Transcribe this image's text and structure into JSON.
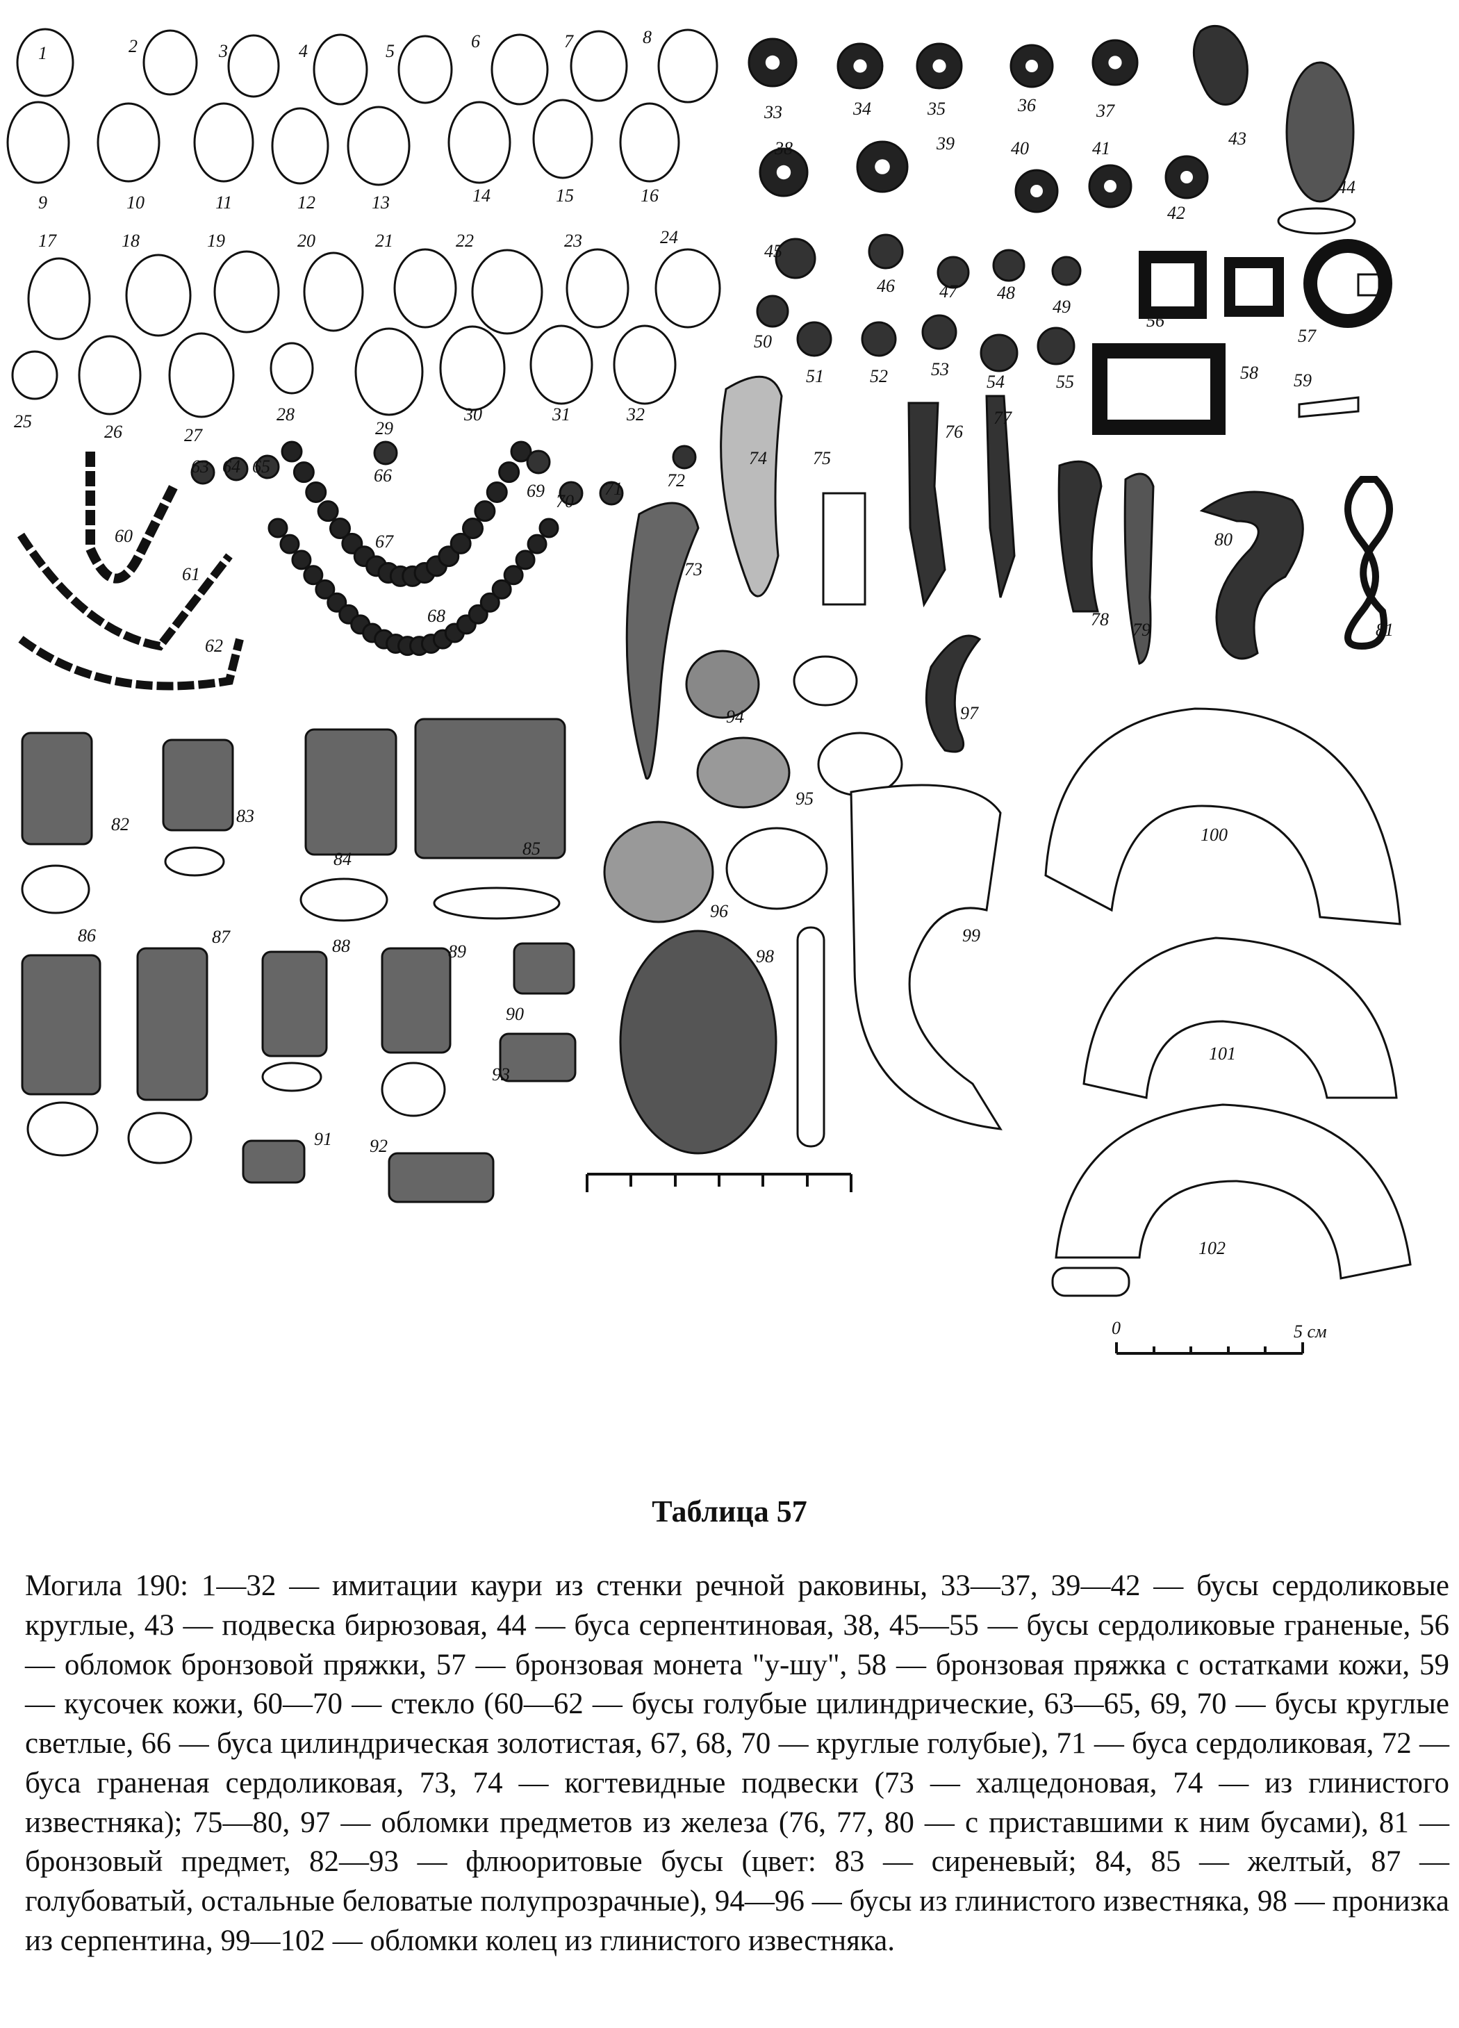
{
  "plate": {
    "labels": [
      "1",
      "2",
      "3",
      "4",
      "5",
      "6",
      "7",
      "8",
      "9",
      "10",
      "11",
      "12",
      "13",
      "14",
      "15",
      "16",
      "17",
      "18",
      "19",
      "20",
      "21",
      "22",
      "23",
      "24",
      "25",
      "26",
      "27",
      "28",
      "29",
      "30",
      "31",
      "32",
      "33",
      "34",
      "35",
      "36",
      "37",
      "38",
      "39",
      "40",
      "41",
      "42",
      "43",
      "44",
      "45",
      "46",
      "47",
      "48",
      "49",
      "50",
      "51",
      "52",
      "53",
      "54",
      "55",
      "56",
      "57",
      "58",
      "59",
      "60",
      "61",
      "62",
      "63",
      "64",
      "65",
      "66",
      "67",
      "68",
      "69",
      "70",
      "71",
      "72",
      "73",
      "74",
      "75",
      "76",
      "77",
      "78",
      "79",
      "80",
      "81",
      "82",
      "83",
      "84",
      "85",
      "86",
      "87",
      "88",
      "89",
      "90",
      "91",
      "92",
      "93",
      "94",
      "95",
      "96",
      "97",
      "98",
      "99",
      "100",
      "101",
      "102"
    ],
    "scale_zero": "0",
    "scale_five": "5 см"
  },
  "caption": {
    "title": "Таблица 57",
    "text": "Могила 190: 1—32 — имитации каури из стенки речной раковины, 33—37, 39—42 — бусы сердоликовые круглые, 43 — подвеска бирюзовая, 44 — буса серпентиновая, 38, 45—55 — бусы сердоликовые граненые, 56 — обломок бронзовой пряжки, 57 — бронзовая монета \"у-шу\", 58 — бронзовая пряжка с остатками кожи, 59 — кусочек кожи, 60—70 — стекло (60—62 — бусы голубые цилиндрические, 63—65, 69, 70 — бусы круглые светлые, 66 — буса цилиндрическая золотистая, 67, 68, 70 — круглые голубые), 71 — буса сердоликовая, 72 — буса граненая сердоликовая, 73, 74 — когтевидные подвески (73 — халцедоновая, 74 — из глинистого известняка); 75—80, 97 — обломки предметов из железа (76, 77, 80 — с приставшими к ним бусами), 81 — бронзовый предмет, 82—93 — флюоритовые бусы (цвет: 83 — сиреневый; 84, 85 — желтый, 87 — голубоватый, остальные беловатые полупрозрачные), 94—96 — бусы из глинистого известняка, 98 — пронизка из серпентина, 99—102 — обломки колец из глинистого известняка."
  }
}
